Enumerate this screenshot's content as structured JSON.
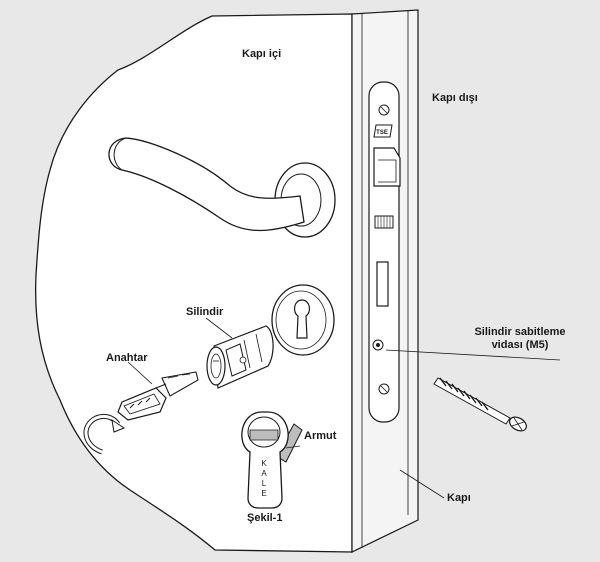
{
  "labels": {
    "door_inside": "Kapı içi",
    "door_outside": "Kapı dışı",
    "cylinder": "Silindir",
    "key": "Anahtar",
    "screw_line1": "Silindir sabitleme",
    "screw_line2": "vidası (M5)",
    "cam": "Armut",
    "figure": "Şekil-1",
    "door": "Kapı",
    "brand": "KALE"
  },
  "colors": {
    "background": "#e8e8e8",
    "door_fill": "#ffffff",
    "stroke": "#1a1a1a",
    "shade": "#bdbdbd"
  }
}
